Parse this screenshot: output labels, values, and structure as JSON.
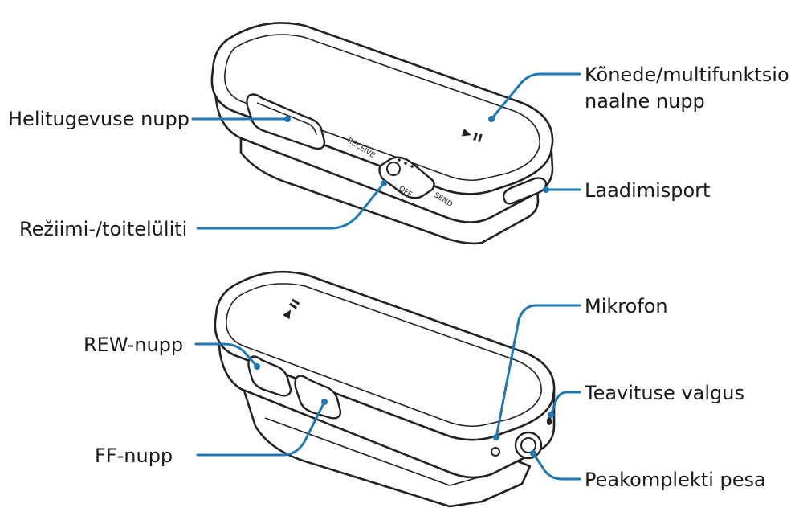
{
  "top_device": {
    "labels": {
      "volume_button": "Helitugevuse nupp",
      "call_button_line1": "Kõnede/multifunktsio",
      "call_button_line2": "naalne nupp",
      "charging_port": "Laadimisport",
      "mode_switch": "Režiimi-/toitelüliti"
    },
    "switch_text": {
      "receive": "RECEIVE",
      "send": "SEND",
      "off": "OFF"
    }
  },
  "bottom_device": {
    "labels": {
      "microphone": "Mikrofon",
      "rew_button": "REW-nupp",
      "notification_light": "Teavituse valgus",
      "ff_button": "FF-nupp",
      "headset_jack": "Peakomplekti pesa"
    }
  },
  "colors": {
    "leader": "#1f78b4",
    "outline": "#222222",
    "text": "#1a1a1a"
  }
}
